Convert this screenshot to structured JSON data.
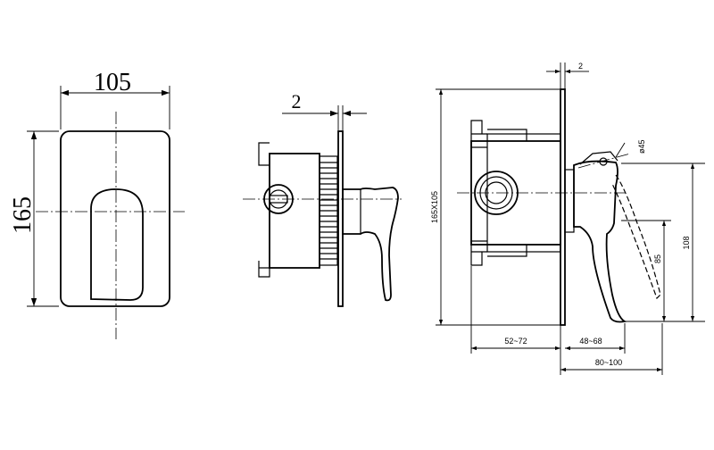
{
  "front_view": {
    "width_label": "105",
    "height_label": "165"
  },
  "side_view": {
    "plate_thickness_label": "2"
  },
  "section_view": {
    "plate_thickness_label": "2",
    "plate_size_label": "165X105",
    "handle_diameter_label": "ø45",
    "handle_height_label": "108",
    "lever_height_label": "85",
    "body_depth_label": "52~72",
    "handle_projection_label": "48~68",
    "total_projection_label": "80~100"
  }
}
